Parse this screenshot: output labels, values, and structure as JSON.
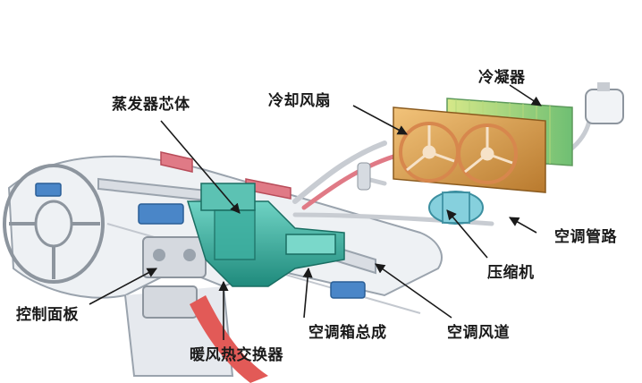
{
  "labels": {
    "evaporator_core": "蒸发器芯体",
    "cooling_fan": "冷却风扇",
    "condenser": "冷凝器",
    "ac_pipeline": "空调管路",
    "compressor": "压缩机",
    "control_panel": "控制面板",
    "heater_core": "暖风热交换器",
    "ac_box_assembly": "空调箱总成",
    "ac_duct": "空调风道"
  },
  "colors": {
    "hvac_teal": "#2fa89a",
    "condenser_gold": "#d9a24a",
    "fan_orange": "#e8874f",
    "pipe_red": "#d9534f",
    "duct_blue": "#3b7cc4"
  }
}
